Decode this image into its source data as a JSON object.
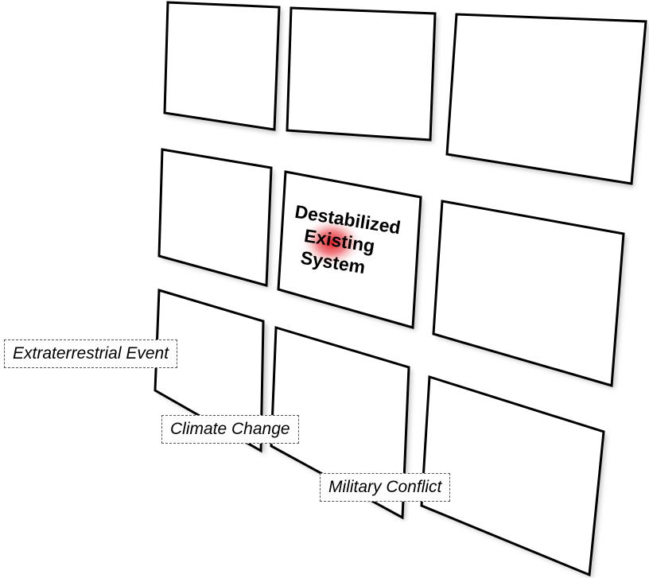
{
  "center_panel": {
    "lines": [
      "Destabilized",
      "Existing",
      "System"
    ],
    "glow_color": "#e3101a"
  },
  "causes": [
    {
      "label": "Extraterrestrial Event"
    },
    {
      "label": "Climate Change"
    },
    {
      "label": "Military Conflict"
    }
  ],
  "colors": {
    "panel_fill": "#ffffff",
    "panel_stroke": "#000000",
    "box_border": "#555555"
  }
}
